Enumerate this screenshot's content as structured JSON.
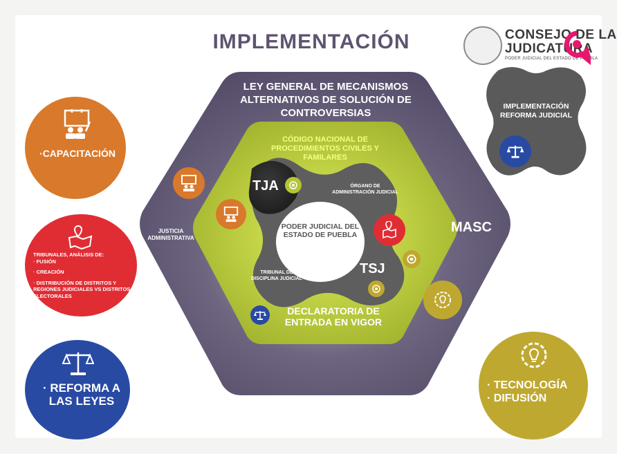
{
  "title": "IMPLEMENTACIÓN",
  "logo": {
    "line1": "CONSEJO DE LA",
    "line2": "JUDICATURA",
    "sub": "PODER JUDICIAL DEL ESTADO DE PUEBLA"
  },
  "hexagon": {
    "outer_text": "LEY GENERAL DE MECANISMOS ALTERNATIVOS DE SOLUCIÓN DE CONTROVERSIAS",
    "left_text": "JUSTICIA ADMINISTRATIVA",
    "right_text": "MASC",
    "middle_text": "CÓDIGO NACIONAL DE PROCEDIMIENTOS CIVILES Y FAMILARES",
    "bottom_text": "DECLARATORIA DE ENTRADA EN VIGOR",
    "inner": {
      "tja": "TJA",
      "tsj": "TSJ",
      "organo": "ÓRGANO DE ADMINISTRACIÓN JUDICIAL",
      "tribunal": "TRIBUNAL DE DISCIPLINA JUDICIAL",
      "center": "PODER JUDICIAL DEL ESTADO DE PUEBLA"
    }
  },
  "side_items": {
    "capacitacion": "·CAPACITACIÓN",
    "tribunales": {
      "heading": "TRIBUNALES, ANÁLISIS DE:",
      "lines": [
        "· FUSIÓN",
        "· CREACIÓN",
        "· DISTRIBUCIÓN DE DISTRITOS Y REGIONES JUDICIALES VS DISTRITOS ELECTORALES"
      ]
    },
    "reforma_leyes": [
      "· REFORMA A",
      "LAS LEYES"
    ],
    "tecnologia": [
      "· TECNOLOGÍA",
      "· DIFUSIÓN"
    ],
    "implementacion": "IMPLEMENTACIÓN REFORMA JUDICIAL"
  },
  "colors": {
    "hex_purple": "#5b5470",
    "lime": "#b3c436",
    "gray": "#5a5a5a",
    "orange": "#d9792b",
    "red": "#e02d34",
    "blue": "#294aa3",
    "gold": "#bfa830",
    "pink": "#e8166f"
  },
  "icons": [
    "presentation-icon",
    "map-pin-icon",
    "balance-scale-icon",
    "gear-bulb-icon"
  ]
}
